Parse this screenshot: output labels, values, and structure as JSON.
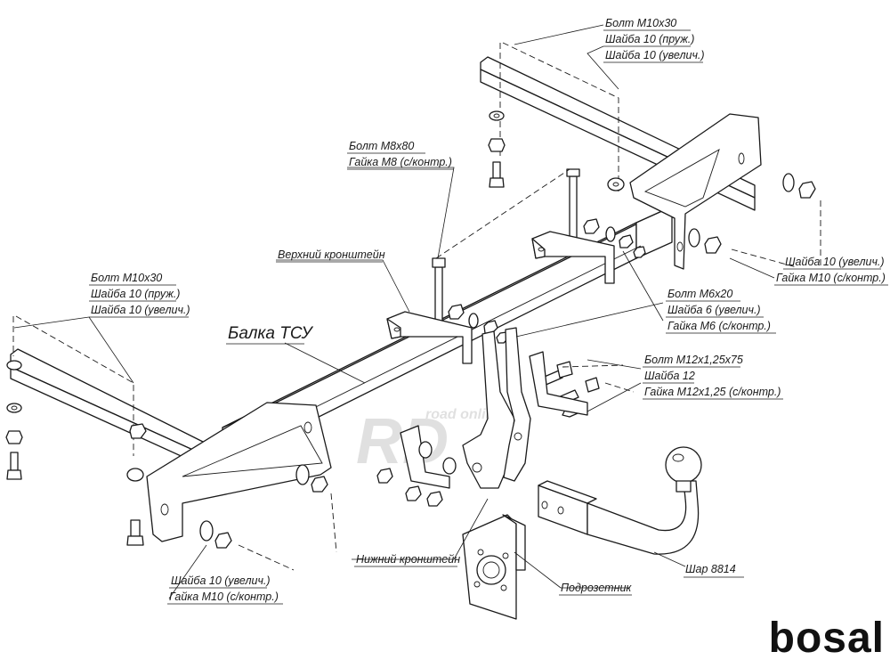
{
  "labels": {
    "bolt_top_right": {
      "lines": [
        "Болт М10х30",
        "Шайба 10 (пруж.)",
        "Шайба 10 (увелич.)"
      ]
    },
    "bolt_m8": {
      "lines": [
        "Болт М8х80",
        "Гайка М8 (с/контр.)"
      ]
    },
    "upper_bracket": "Верхний кронштейн",
    "bolt_left": {
      "lines": [
        "Болт М10х30",
        "Шайба 10 (пруж.)",
        "Шайба 10 (увелич.)"
      ]
    },
    "beam": "Балка ТСУ",
    "washer_nut_right": {
      "lines": [
        "Шайба 10 (увелич.)",
        "Гайка М10 (с/контр.)"
      ]
    },
    "bolt_m6": {
      "lines": [
        "Болт М6х20",
        "Шайба 6 (увелич.)",
        "Гайка М6 (с/контр.)"
      ]
    },
    "bolt_m12": {
      "lines": [
        "Болт М12х1,25х75",
        "Шайба 12",
        "Гайка М12х1,25 (с/контр.)"
      ]
    },
    "washer_nut_left": {
      "lines": [
        "Шайба 10 (увелич.)",
        "Гайка М10 (с/контр.)"
      ]
    },
    "lower_bracket": "Нижний кронштейн",
    "socket_plate": "Подрозетник",
    "ball": "Шар 8814"
  },
  "brand": {
    "logo_text": "bosal"
  },
  "watermark": {
    "main": "RD",
    "sub": "road online"
  },
  "colors": {
    "line": "#1a1a1a",
    "background": "#ffffff",
    "logo": "#111111"
  }
}
